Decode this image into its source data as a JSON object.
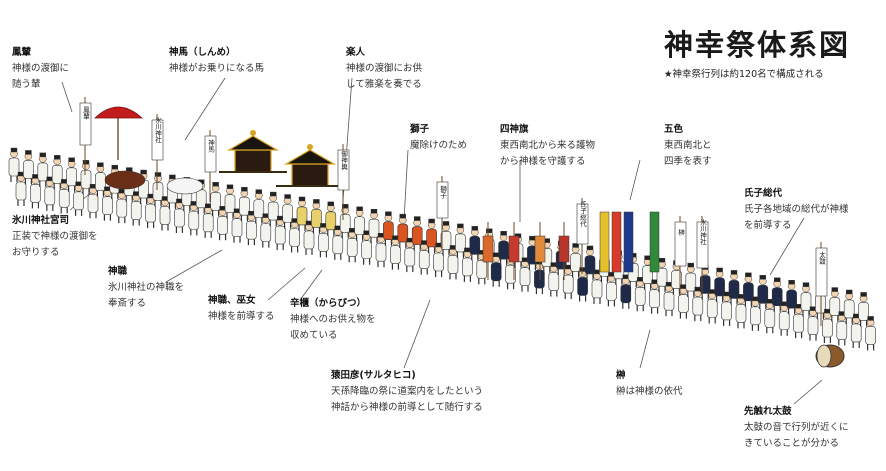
{
  "title": "神幸祭体系図",
  "subtitle": "★神幸祭行列は約120名で構成される",
  "annotations": [
    {
      "id": "houren",
      "heading": "鳳輦",
      "lines": [
        "神様の渡御に",
        "随う輦"
      ]
    },
    {
      "id": "shinme",
      "heading": "神馬（しんめ）",
      "lines": [
        "神様がお乗りになる馬"
      ]
    },
    {
      "id": "reijin",
      "heading": "楽人",
      "lines": [
        "神様の渡御にお供",
        "して雅楽を奏でる"
      ]
    },
    {
      "id": "shishi",
      "heading": "獅子",
      "lines": [
        "魔除けのため"
      ]
    },
    {
      "id": "shijinki",
      "heading": "四神旗",
      "lines": [
        "東西南北から来る護物",
        "から神様を守護する"
      ]
    },
    {
      "id": "goshiki",
      "heading": "五色",
      "lines": [
        "東西南北と",
        "四季を表す"
      ]
    },
    {
      "id": "ujiko",
      "heading": "氏子総代",
      "lines": [
        "氏子各地域の総代が神様",
        "を前導する"
      ]
    },
    {
      "id": "guji",
      "heading": "氷川神社宮司",
      "lines": [
        "正装で神様の渡御を",
        "お守りする"
      ]
    },
    {
      "id": "shinshoku",
      "heading": "神職",
      "lines": [
        "氷川神社の神職を",
        "奉斎する"
      ]
    },
    {
      "id": "miko",
      "heading": "神職、巫女",
      "lines": [
        "神様を前導する"
      ]
    },
    {
      "id": "karabitsu",
      "heading": "辛櫃（からびつ）",
      "lines": [
        "神様へのお供え物を",
        "収めている"
      ]
    },
    {
      "id": "sarutahiko",
      "heading": "猿田彦(サルタヒコ)",
      "lines": [
        "天孫降臨の祭に道案内をしたという",
        "神話から神様の前導として随行する"
      ]
    },
    {
      "id": "sakaki",
      "heading": "榊",
      "lines": [
        "榊は神様の依代"
      ]
    },
    {
      "id": "taiko",
      "heading": "先触れ太鼓",
      "lines": [
        "太鼓の音で行列が近くに",
        "きていることが分かる"
      ]
    }
  ],
  "banners": {
    "houren": "鳳輦",
    "shinme": "神馬",
    "hikawa": "氷川神社",
    "mikoshi": "御神輿",
    "shishi": "獅子",
    "ujiko": "氏子総代",
    "sakaki": "榊",
    "hata": "氷川神社",
    "taiko": "太鼓"
  },
  "colors": {
    "robe_white": "#f4f4ef",
    "robe_navy": "#1f2a48",
    "robe_orange": "#d9541f",
    "robe_red": "#c21c1c",
    "gold": "#d8a323",
    "outline": "#333333",
    "leader": "#555555"
  }
}
